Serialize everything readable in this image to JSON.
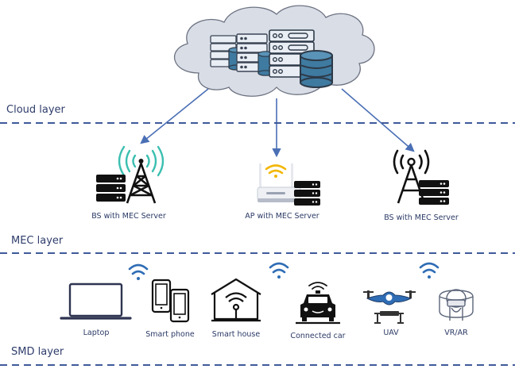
{
  "diagram": {
    "type": "MEC network architecture",
    "layers": [
      {
        "id": "cloud",
        "label": "Cloud layer"
      },
      {
        "id": "mec",
        "label": "MEC layer"
      },
      {
        "id": "smd",
        "label": "SMD layer"
      }
    ],
    "cloud": {
      "icon": "cloud-servers-database-icon"
    },
    "mec_nodes": [
      {
        "label": "BS with MEC Server",
        "icon": "base-station-tower-icon",
        "signal_color": "#3bbfb0"
      },
      {
        "label": "AP with MEC Server",
        "icon": "wifi-router-icon",
        "signal_color": "#f2b705"
      },
      {
        "label": "BS with MEC Server",
        "icon": "base-station-tower-icon",
        "signal_color": "#111111"
      }
    ],
    "devices": [
      {
        "label": "Laptop",
        "icon": "laptop-icon"
      },
      {
        "label": "Smart phone",
        "icon": "smartphone-icon"
      },
      {
        "label": "Smart house",
        "icon": "smart-house-icon"
      },
      {
        "label": "Connected car",
        "icon": "connected-car-icon"
      },
      {
        "label": "UAV",
        "icon": "drone-icon"
      },
      {
        "label": "VR/AR",
        "icon": "vr-headset-icon"
      }
    ],
    "edges": [
      {
        "from": "cloud",
        "to": "mec_nodes.0"
      },
      {
        "from": "cloud",
        "to": "mec_nodes.1"
      },
      {
        "from": "cloud",
        "to": "mec_nodes.2"
      }
    ],
    "colors": {
      "dashed_divider": "#3f5a9a",
      "arrow": "#4a6fb5",
      "cloud_fill": "#d9dde6",
      "cloud_stroke": "#6d7382",
      "wifi_blue": "#2f6db5",
      "text": "#2b3a66"
    }
  }
}
